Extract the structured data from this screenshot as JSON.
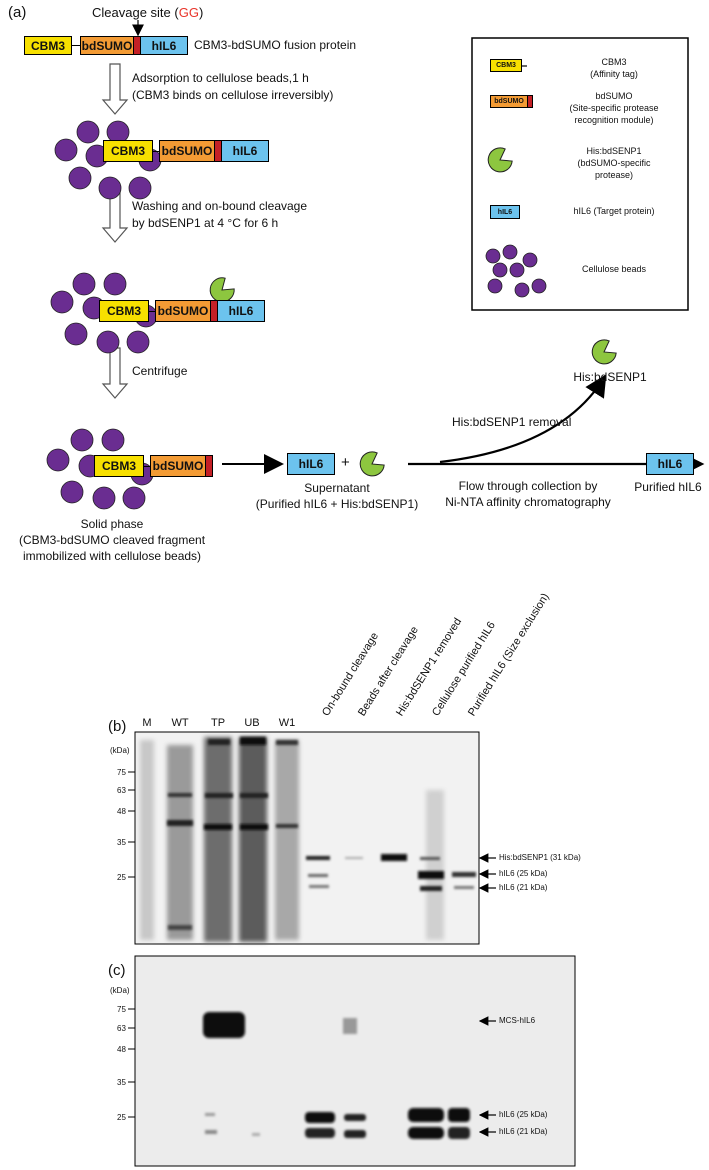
{
  "panel_a": {
    "label": "(a)",
    "cleavage_site_prefix": "Cleavage site (",
    "cleavage_site_gg": "GG",
    "cleavage_site_suffix": ")",
    "gg_color": "#e8342a",
    "fusion_caption": "CBM3-bdSUMO fusion protein",
    "cbm3": "CBM3",
    "bdsumo": "bdSUMO",
    "hil6": "hIL6",
    "step1_l1": "Adsorption to cellulose beads,1 h",
    "step1_l2": "(CBM3 binds on cellulose irreversibly)",
    "step2_l1": "Washing and on-bound cleavage",
    "step2_l2": "by bdSENP1 at 4 °C for 6 h",
    "step3": "Centrifuge",
    "solid_l1": "Solid phase",
    "solid_l2": "(CBM3-bdSUMO cleaved fragment",
    "solid_l3": "immobilized with cellulose beads)",
    "plus": "+",
    "super_l1": "Supernatant",
    "super_l2": "(Purified hIL6 + His:bdSENP1)",
    "his_bdsenp1": "His:bdSENP1",
    "removal": "His:bdSENP1 removal",
    "flow_l1": "Flow through collection by",
    "flow_l2": "Ni-NTA affinity chromatography",
    "purified": "Purified hIL6",
    "legend": {
      "cbm3_name": "CBM3",
      "cbm3_desc": "(Affinity tag)",
      "sumo_name": "bdSUMO",
      "sumo_desc1": "(Site-specific protease",
      "sumo_desc2": "recognition module)",
      "senp_name": "His:bdSENP1",
      "senp_desc1": "(bdSUMO-specific",
      "senp_desc2": "protease)",
      "hil6_desc": "hIL6 (Target protein)",
      "beads_desc": "Cellulose beads"
    },
    "colors": {
      "bead": "#6a2d91",
      "senp": "#8dc63f",
      "cbm3": "#f7e000",
      "bdsumo": "#f39b34",
      "gg": "#c42026",
      "hil6": "#6cc3ee"
    }
  },
  "panel_b": {
    "label": "(b)",
    "kda": "(kDa)",
    "markers": [
      "75",
      "63",
      "48",
      "35",
      "25"
    ],
    "lanes_short": [
      "M",
      "WT",
      "TP",
      "UB",
      "W1"
    ],
    "lanes_rot": [
      "On-bound cleavage",
      "Beads after cleavage",
      "His:bdSENP1 removed",
      "Cellulose purified hIL6",
      "Purified hIL6 (Size exclusion)"
    ],
    "ann1": "His:bdSENP1 (31 kDa)",
    "ann2": "hIL6 (25 kDa)",
    "ann3": "hIL6 (21 kDa)"
  },
  "panel_c": {
    "label": "(c)",
    "kda": "(kDa)",
    "markers": [
      "75",
      "63",
      "48",
      "35",
      "25"
    ],
    "ann1": "MCS-hIL6",
    "ann2": "hIL6 (25 kDa)",
    "ann3": "hIL6 (21 kDa)"
  }
}
